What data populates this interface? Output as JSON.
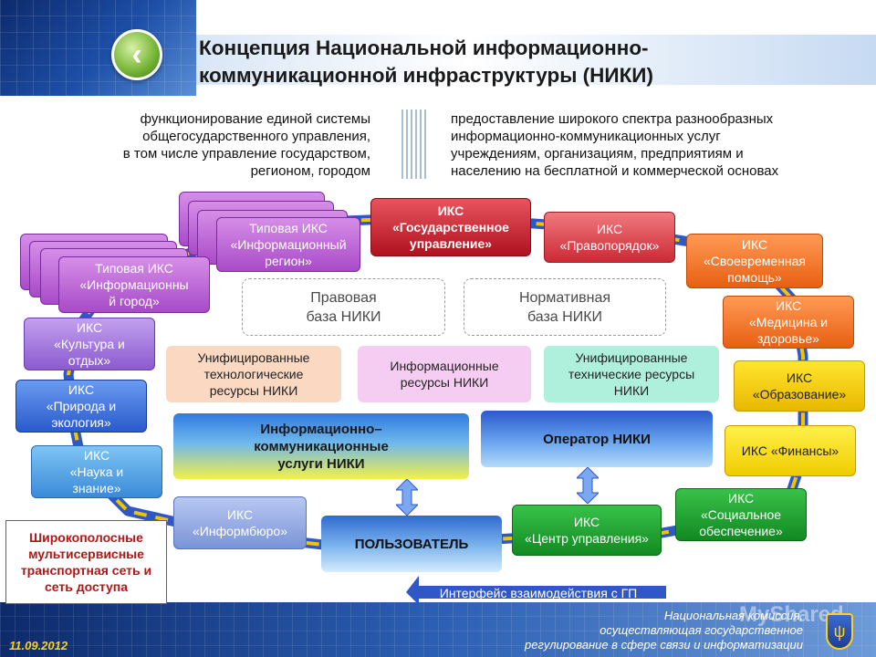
{
  "title": {
    "line1": "Концепция Национальной информационно-",
    "line2": "коммуникационной инфраструктуры (НИКИ)"
  },
  "intro": {
    "left": [
      "функционирование единой системы",
      "общегосударственного управления,",
      "в том числе управление государством,",
      "регионом, городом"
    ],
    "right": [
      "предоставление широкого спектра разнообразных",
      "информационно-коммуникационных услуг",
      "учреждениям, организациям, предприятиям и",
      "населению на бесплатной и коммерческой основах"
    ]
  },
  "nodes": {
    "region": [
      "Типовая ИКС",
      "«Информационный",
      "регион»"
    ],
    "city": [
      "Типовая ИКС",
      "«Информационны",
      "й город»"
    ],
    "gov": [
      "ИКС",
      "«Государственное",
      "управление»"
    ],
    "law": [
      "ИКС",
      "«Правопорядок»"
    ],
    "help": [
      "ИКС",
      "«Своевременная",
      "помощь»"
    ],
    "med": [
      "ИКС",
      "«Медицина и",
      "здоровье»"
    ],
    "edu": [
      "ИКС",
      "«Образование»"
    ],
    "fin": [
      "ИКС «Финансы»"
    ],
    "social": [
      "ИКС",
      "«Социальное",
      "обеспечение»"
    ],
    "control": [
      "ИКС",
      "«Центр управления»"
    ],
    "culture": [
      "ИКС",
      "«Культура и",
      "отдых»"
    ],
    "nature": [
      "ИКС",
      "«Природа и",
      "экология»"
    ],
    "science": [
      "ИКС",
      "«Наука и",
      "знание»"
    ],
    "info": [
      "ИКС",
      "«Информбюро»"
    ]
  },
  "center": {
    "legal": [
      "Правовая",
      "база НИКИ"
    ],
    "normative": [
      "Нормативная",
      "база НИКИ"
    ],
    "tech": [
      "Унифицированные",
      "технологические",
      "ресурсы НИКИ"
    ],
    "inforesources": [
      "Информационные",
      "ресурсы НИКИ"
    ],
    "techres": [
      "Унифицированные",
      "технические ресурсы",
      "НИКИ"
    ],
    "services": [
      "Информационно–",
      "коммуникационные",
      "услуги НИКИ"
    ],
    "operator": "Оператор НИКИ",
    "user": "ПОЛЬЗОВАТЕЛЬ"
  },
  "interface_label": "Интерфейс взаимодействия с ГП",
  "callout": [
    "Широкополосные",
    "мультисервисные",
    "транспортная сеть и",
    "сеть доступа"
  ],
  "date": "11.09.2012",
  "footer": [
    "Национальная комиссия,",
    "осуществляющая государственное",
    "регулирование в сфере связи и информатизации"
  ],
  "logo_text": "MyShared",
  "colors": {
    "ring": "#2f57c8",
    "purple": "#a84ac8",
    "red": "#b0121f",
    "orange": "#e85f12",
    "yellow": "#f2c400",
    "green": "#128a22",
    "blue": "#2a5acc",
    "date": "#ffd21a",
    "callout_text": "#b31616"
  },
  "icons": [
    "back-arrow-icon",
    "emblem-icon"
  ]
}
